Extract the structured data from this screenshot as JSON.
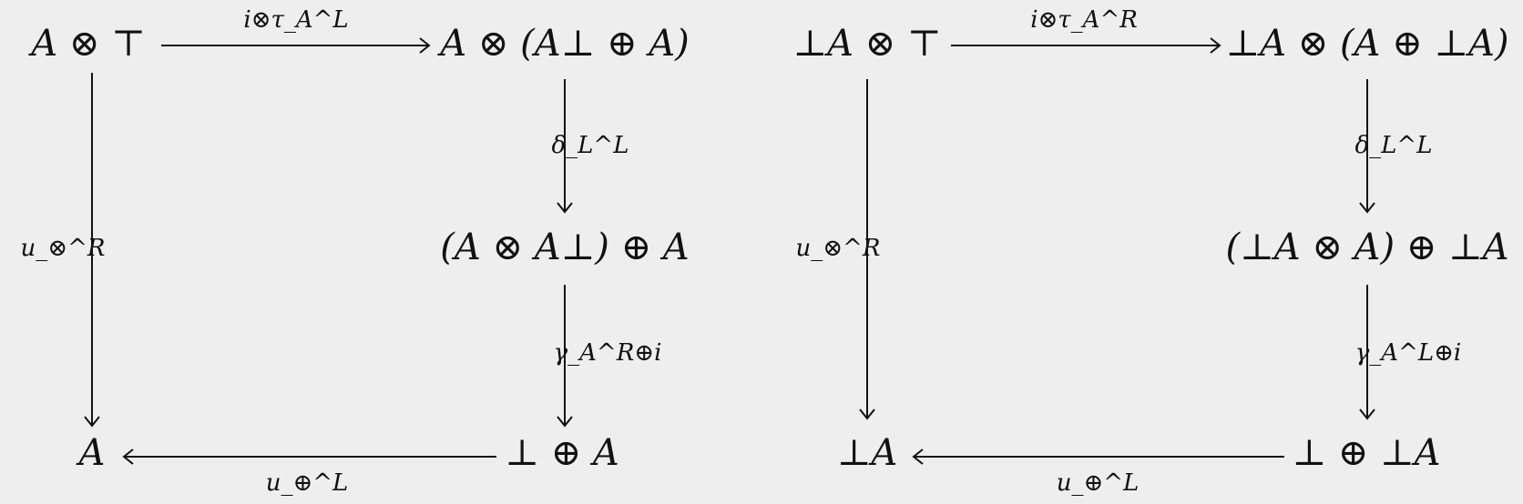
{
  "left": {
    "nodes": {
      "top_left": "A ⊗ ⊤",
      "top_right": "A ⊗ (A⊥ ⊕ A)",
      "mid_right": "(A ⊗ A⊥) ⊕ A",
      "bottom_left": "A",
      "bottom_right": "⊥ ⊕ A"
    },
    "arrows": {
      "top": "i⊗τ_A^L",
      "right_upper": "δ_L^L",
      "right_lower": "γ_A^R⊕i",
      "left": "u_⊗^R",
      "bottom": "u_⊕^L"
    }
  },
  "right": {
    "nodes": {
      "top_left": "⊥A ⊗ ⊤",
      "top_right": "⊥A ⊗ (A ⊕ ⊥A)",
      "mid_right": "(⊥A ⊗ A) ⊕ ⊥A",
      "bottom_left": "⊥A",
      "bottom_right": "⊥ ⊕ ⊥A"
    },
    "arrows": {
      "top": "i⊗τ_A^R",
      "right_upper": "δ_L^L",
      "right_lower": "γ_A^L⊕i",
      "left": "u_⊗^R",
      "bottom": "u_⊕^L"
    }
  }
}
